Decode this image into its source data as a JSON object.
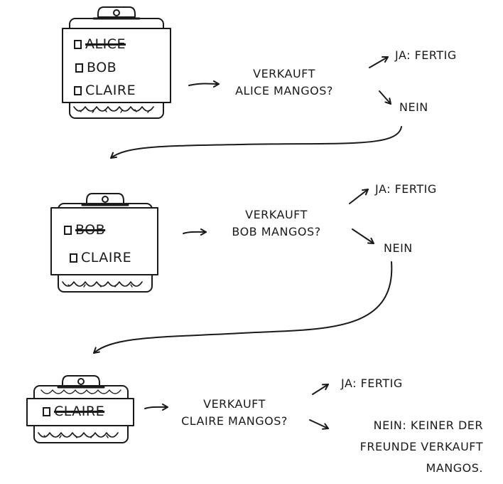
{
  "steps": [
    {
      "items": [
        {
          "name": "ALICE",
          "crossed": true
        },
        {
          "name": "BOB",
          "crossed": false
        },
        {
          "name": "CLAIRE",
          "crossed": false
        }
      ],
      "question_line1": "VERKAUFT",
      "question_line2": "ALICE MANGOS?",
      "yes": "JA: FERTIG",
      "no": "NEIN"
    },
    {
      "items": [
        {
          "name": "BOB",
          "crossed": true
        },
        {
          "name": "CLAIRE",
          "crossed": false
        }
      ],
      "question_line1": "VERKAUFT",
      "question_line2": "BOB MANGOS?",
      "yes": "JA: FERTIG",
      "no": "NEIN"
    },
    {
      "items": [
        {
          "name": "CLAIRE",
          "crossed": true
        }
      ],
      "question_line1": "VERKAUFT",
      "question_line2": "CLAIRE MANGOS?",
      "yes": "JA: FERTIG",
      "no_line1": "NEIN:  KEINER DER",
      "no_line2": "FREUNDE VERKAUFT",
      "no_line3": "MANGOS."
    }
  ]
}
